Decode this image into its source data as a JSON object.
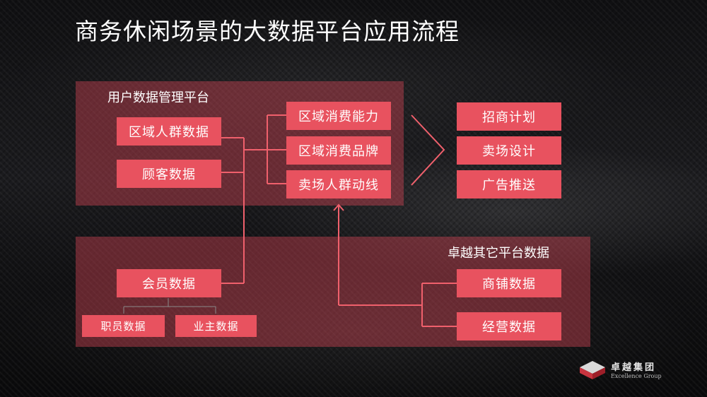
{
  "title": "商务休闲场景的大数据平台应用流程",
  "user_platform": {
    "label": "用户数据管理平台",
    "sources": [
      "区域人群数据",
      "顾客数据"
    ],
    "outputs": [
      "区域消费能力",
      "区域消费品牌",
      "卖场人群动线"
    ]
  },
  "applications": [
    "招商计划",
    "卖场设计",
    "广告推送"
  ],
  "other_platform": {
    "label": "卓越其它平台数据",
    "member": "会员数据",
    "member_children": [
      "职员数据",
      "业主数据"
    ],
    "sources": [
      "商铺数据",
      "经营数据"
    ]
  },
  "logo": {
    "cn": "卓越集团",
    "en": "Excellence Group"
  },
  "colors": {
    "box_fill": "#e8525f",
    "panel_fill": "rgba(215,70,85,0.42)",
    "connector": "#f0606c"
  }
}
